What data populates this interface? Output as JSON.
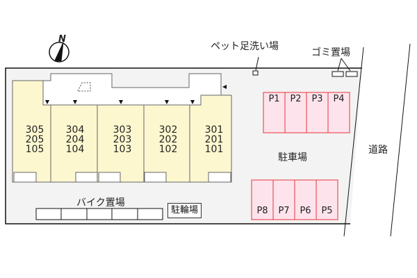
{
  "compass": {
    "label": "N",
    "icon": "north-arrow-icon"
  },
  "labels": {
    "pet_wash": "ペット足洗い場",
    "garbage": "ゴミ置場",
    "road": "道路",
    "parking": "駐車場",
    "bike_parking": "バイク置場",
    "bicycle_parking": "駐輪場"
  },
  "units": [
    {
      "col": 1,
      "rooms": [
        "305",
        "205",
        "105"
      ]
    },
    {
      "col": 2,
      "rooms": [
        "304",
        "204",
        "104"
      ]
    },
    {
      "col": 3,
      "rooms": [
        "303",
        "203",
        "103"
      ]
    },
    {
      "col": 4,
      "rooms": [
        "302",
        "202",
        "102"
      ]
    },
    {
      "col": 5,
      "rooms": [
        "301",
        "201",
        "101"
      ]
    }
  ],
  "parking_top": [
    "P1",
    "P2",
    "P3",
    "P4"
  ],
  "parking_bottom": [
    "P8",
    "P7",
    "P6",
    "P5"
  ],
  "bike_slots": 5,
  "colors": {
    "site_fill": "#f3f3f3",
    "building_fill": "#fdf7cf",
    "parking_fill": "#fde4ec",
    "parking_border": "#e8323c",
    "line": "#111111"
  }
}
